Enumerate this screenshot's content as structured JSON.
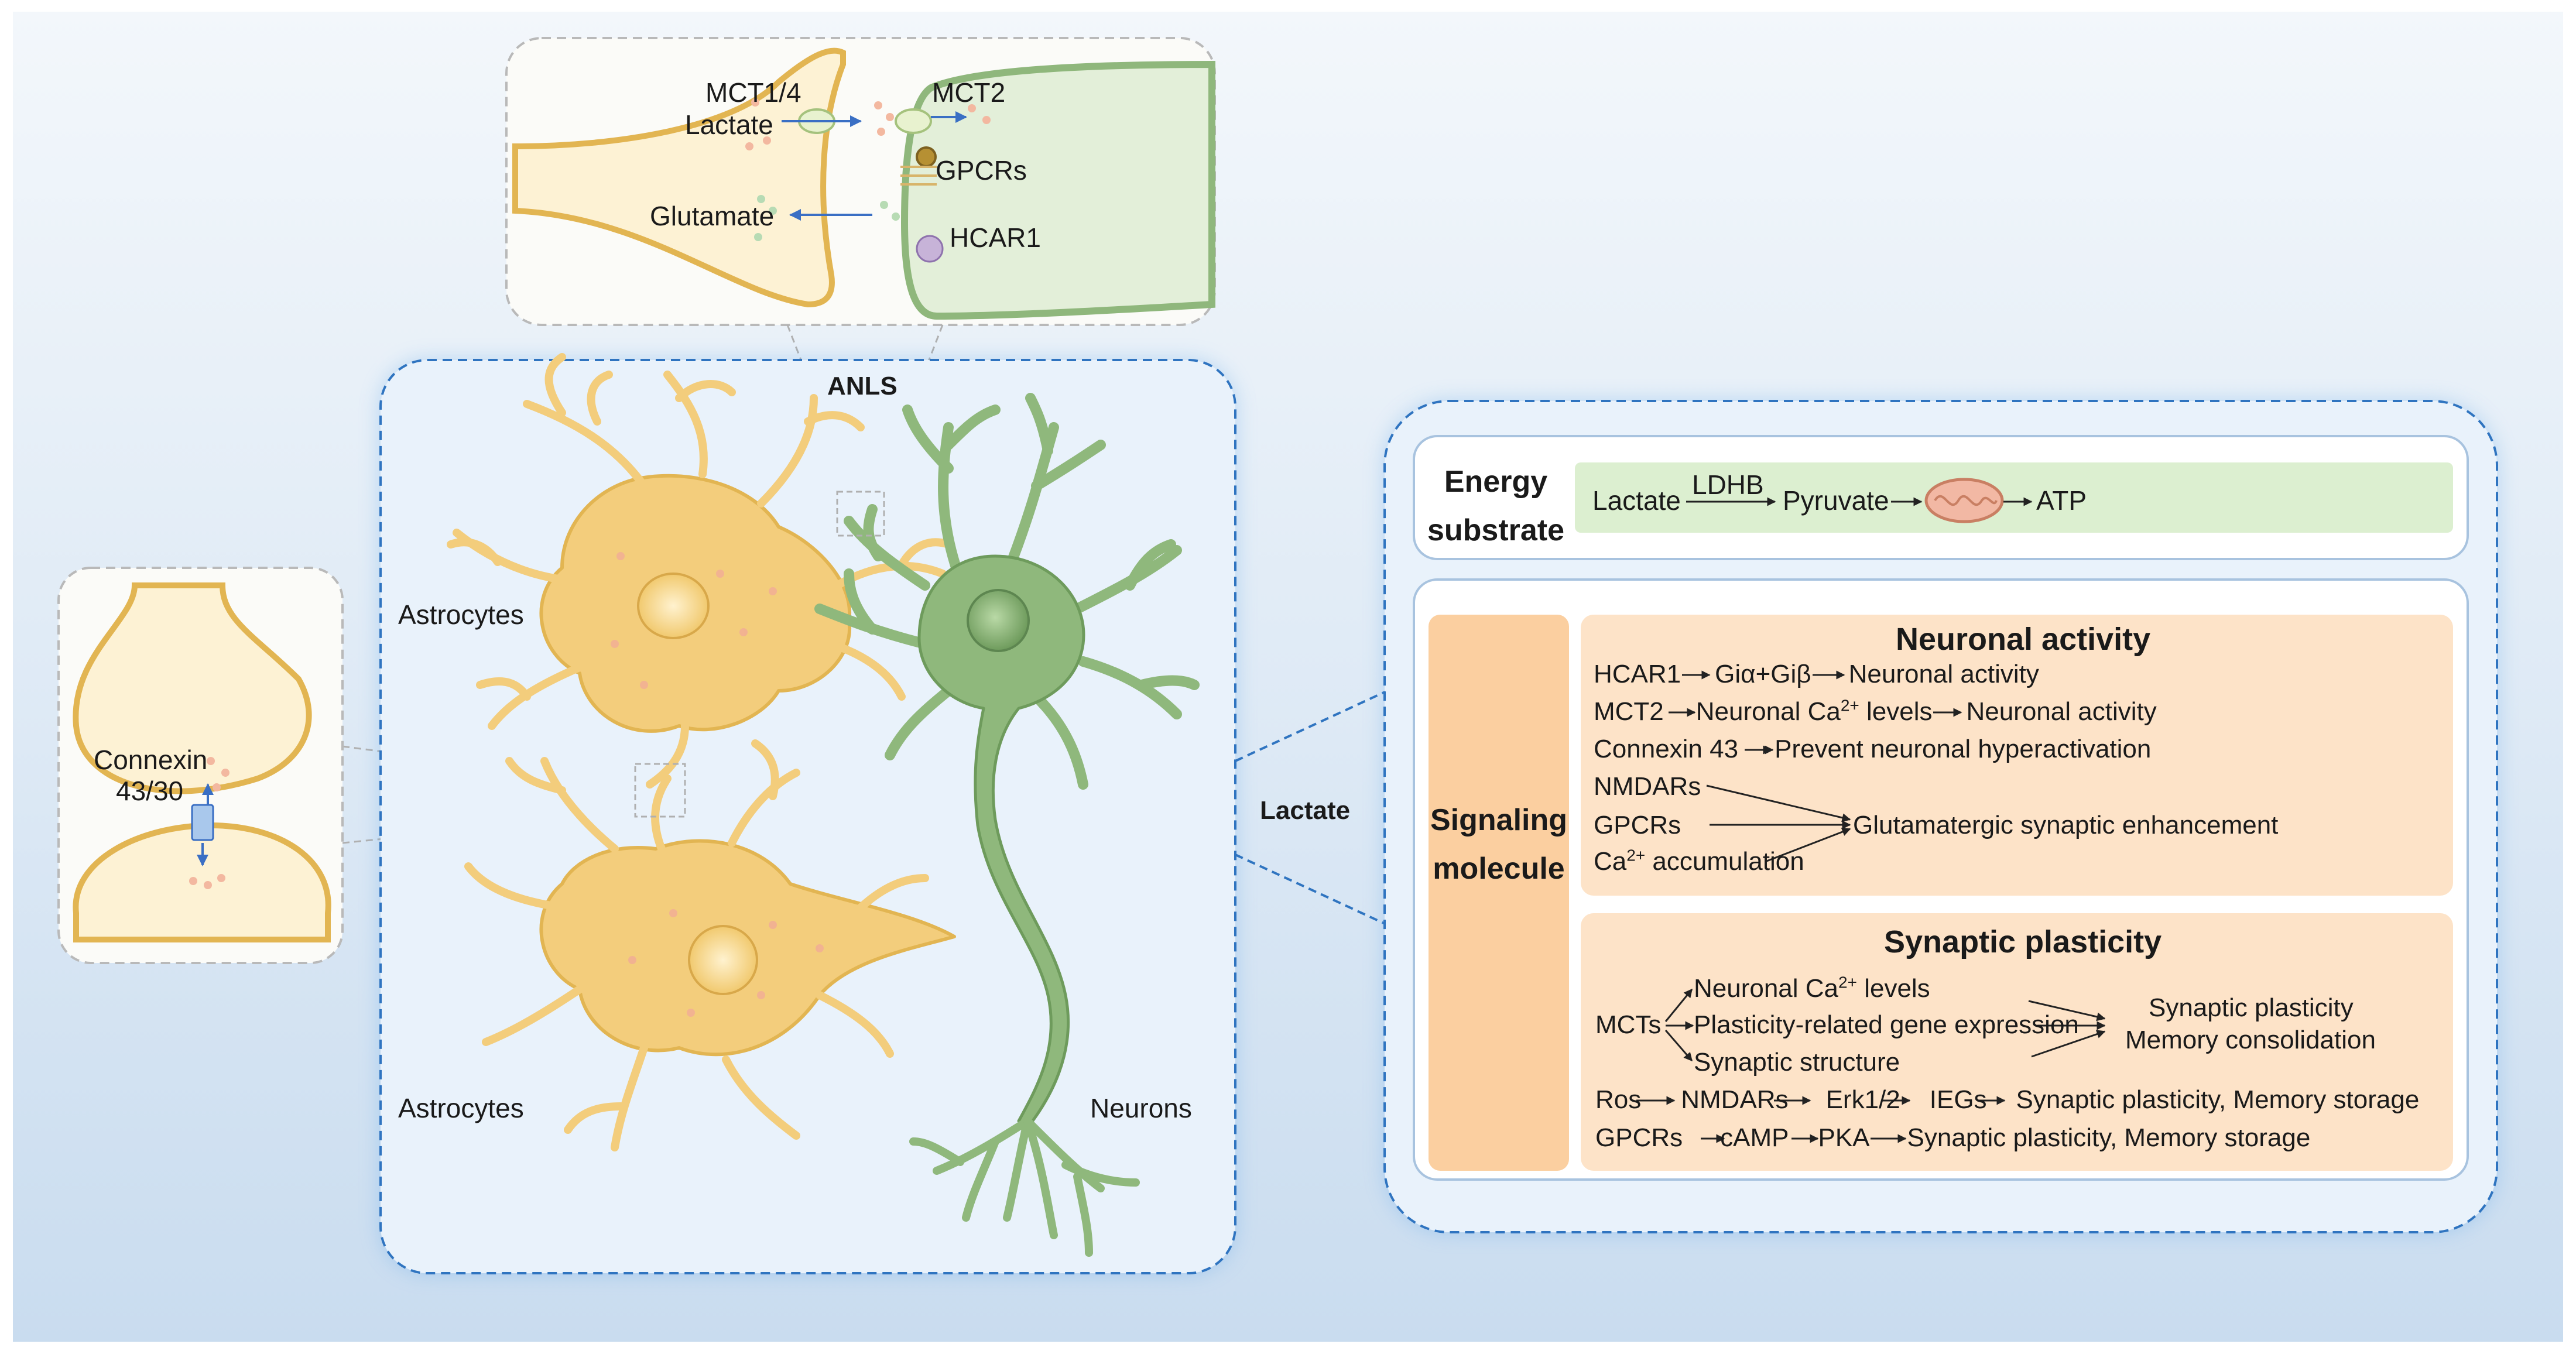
{
  "colors": {
    "astrocyte": "#f5d48c",
    "astrocyte_dark": "#e2b552",
    "neuron": "#9ec48a",
    "neuron_dark": "#6e9b5c",
    "panel_border": "#2f74c0",
    "energy_band": "#dcefd0",
    "signal_band": "#fde3c8",
    "side_label": "#fbcfa0",
    "arrow_blue": "#3a6fc4"
  },
  "synapse_inset": {
    "mct14": "MCT1/4",
    "lactate": "Lactate",
    "mct2": "MCT2",
    "gpcrs": "GPCRs",
    "glutamate": "Glutamate",
    "hcar1": "HCAR1"
  },
  "gap_inset": {
    "connexin_line1": "Connexin",
    "connexin_line2": "43/30"
  },
  "anls": {
    "title": "ANLS",
    "astrocytes_top": "Astrocytes",
    "astrocytes_bottom": "Astrocytes",
    "neurons": "Neurons"
  },
  "lactate_label": "Lactate",
  "energy": {
    "label_line1": "Energy",
    "label_line2": "substrate",
    "lactate": "Lactate",
    "ldhb": "LDHB",
    "pyruvate": "Pyruvate",
    "atp": "ATP"
  },
  "signaling": {
    "label_line1": "Signaling",
    "label_line2": "molecule",
    "neuronal_activity": {
      "title": "Neuronal activity",
      "l1_a": "HCAR1",
      "l1_b": "Giα+Giβ",
      "l1_c": "Neuronal activity",
      "l2_a": "MCT2",
      "l2_b": "Neuronal Ca",
      "l2_sup": "2+",
      "l2_c": " levels",
      "l2_d": "Neuronal activity",
      "l3_a": "Connexin 43",
      "l3_b": "Prevent neuronal hyperactivation",
      "l4": "NMDARs",
      "l5": "GPCRs",
      "l6_a": "Ca",
      "l6_sup": "2+",
      "l6_b": " accumulation",
      "glut": "Glutamatergic synaptic enhancement"
    },
    "synaptic_plasticity": {
      "title": "Synaptic plasticity",
      "mcts": "MCTs",
      "b1_a": "Neuronal Ca",
      "b1_sup": "2+",
      "b1_b": " levels",
      "b2": "Plasticity-related gene expression",
      "b3": "Synaptic structure",
      "out1": "Synaptic plasticity",
      "out2": "Memory consolidation",
      "ros_a": "Ros",
      "ros_b": "NMDARs",
      "ros_c": "Erk1/2",
      "ros_d": "IEGs",
      "ros_e": "Synaptic plasticity, Memory storage",
      "gp_a": "GPCRs",
      "gp_b": "cAMP",
      "gp_c": "PKA",
      "gp_d": "Synaptic plasticity, Memory storage"
    }
  }
}
